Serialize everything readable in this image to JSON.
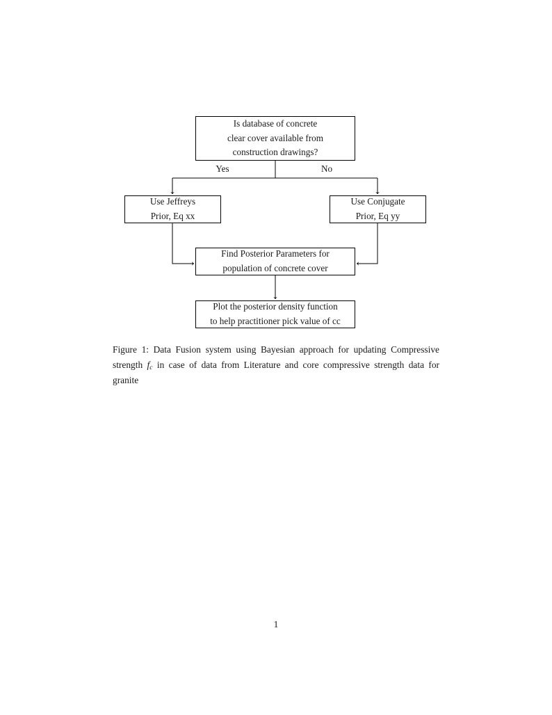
{
  "document": {
    "page_number": "1"
  },
  "figure": {
    "nodes": {
      "decision": {
        "line1": "Is database of concrete",
        "line2": "clear cover available from",
        "line3": "construction drawings?"
      },
      "jeffreys": {
        "line1": "Use Jeffreys",
        "line2": "Prior, Eq xx"
      },
      "conjugate": {
        "line1": "Use Conjugate",
        "line2": "Prior, Eq yy"
      },
      "posterior": {
        "line1": "Find Posterior Parameters for",
        "line2": "population of concrete cover"
      },
      "plot": {
        "line1": "Plot the posterior density function",
        "line2": "to help practitioner pick value of cc"
      }
    },
    "edge_labels": {
      "yes": "Yes",
      "no": "No"
    },
    "stroke_color": "#000000"
  },
  "caption": {
    "label": "Figure 1:",
    "text_before_symbol": "Data Fusion system using Bayesian approach for updating Compressive strength",
    "symbol_base": "f",
    "symbol_sub": "c",
    "text_after_symbol": "in case of data from Literature and core compressive strength data for granite"
  }
}
